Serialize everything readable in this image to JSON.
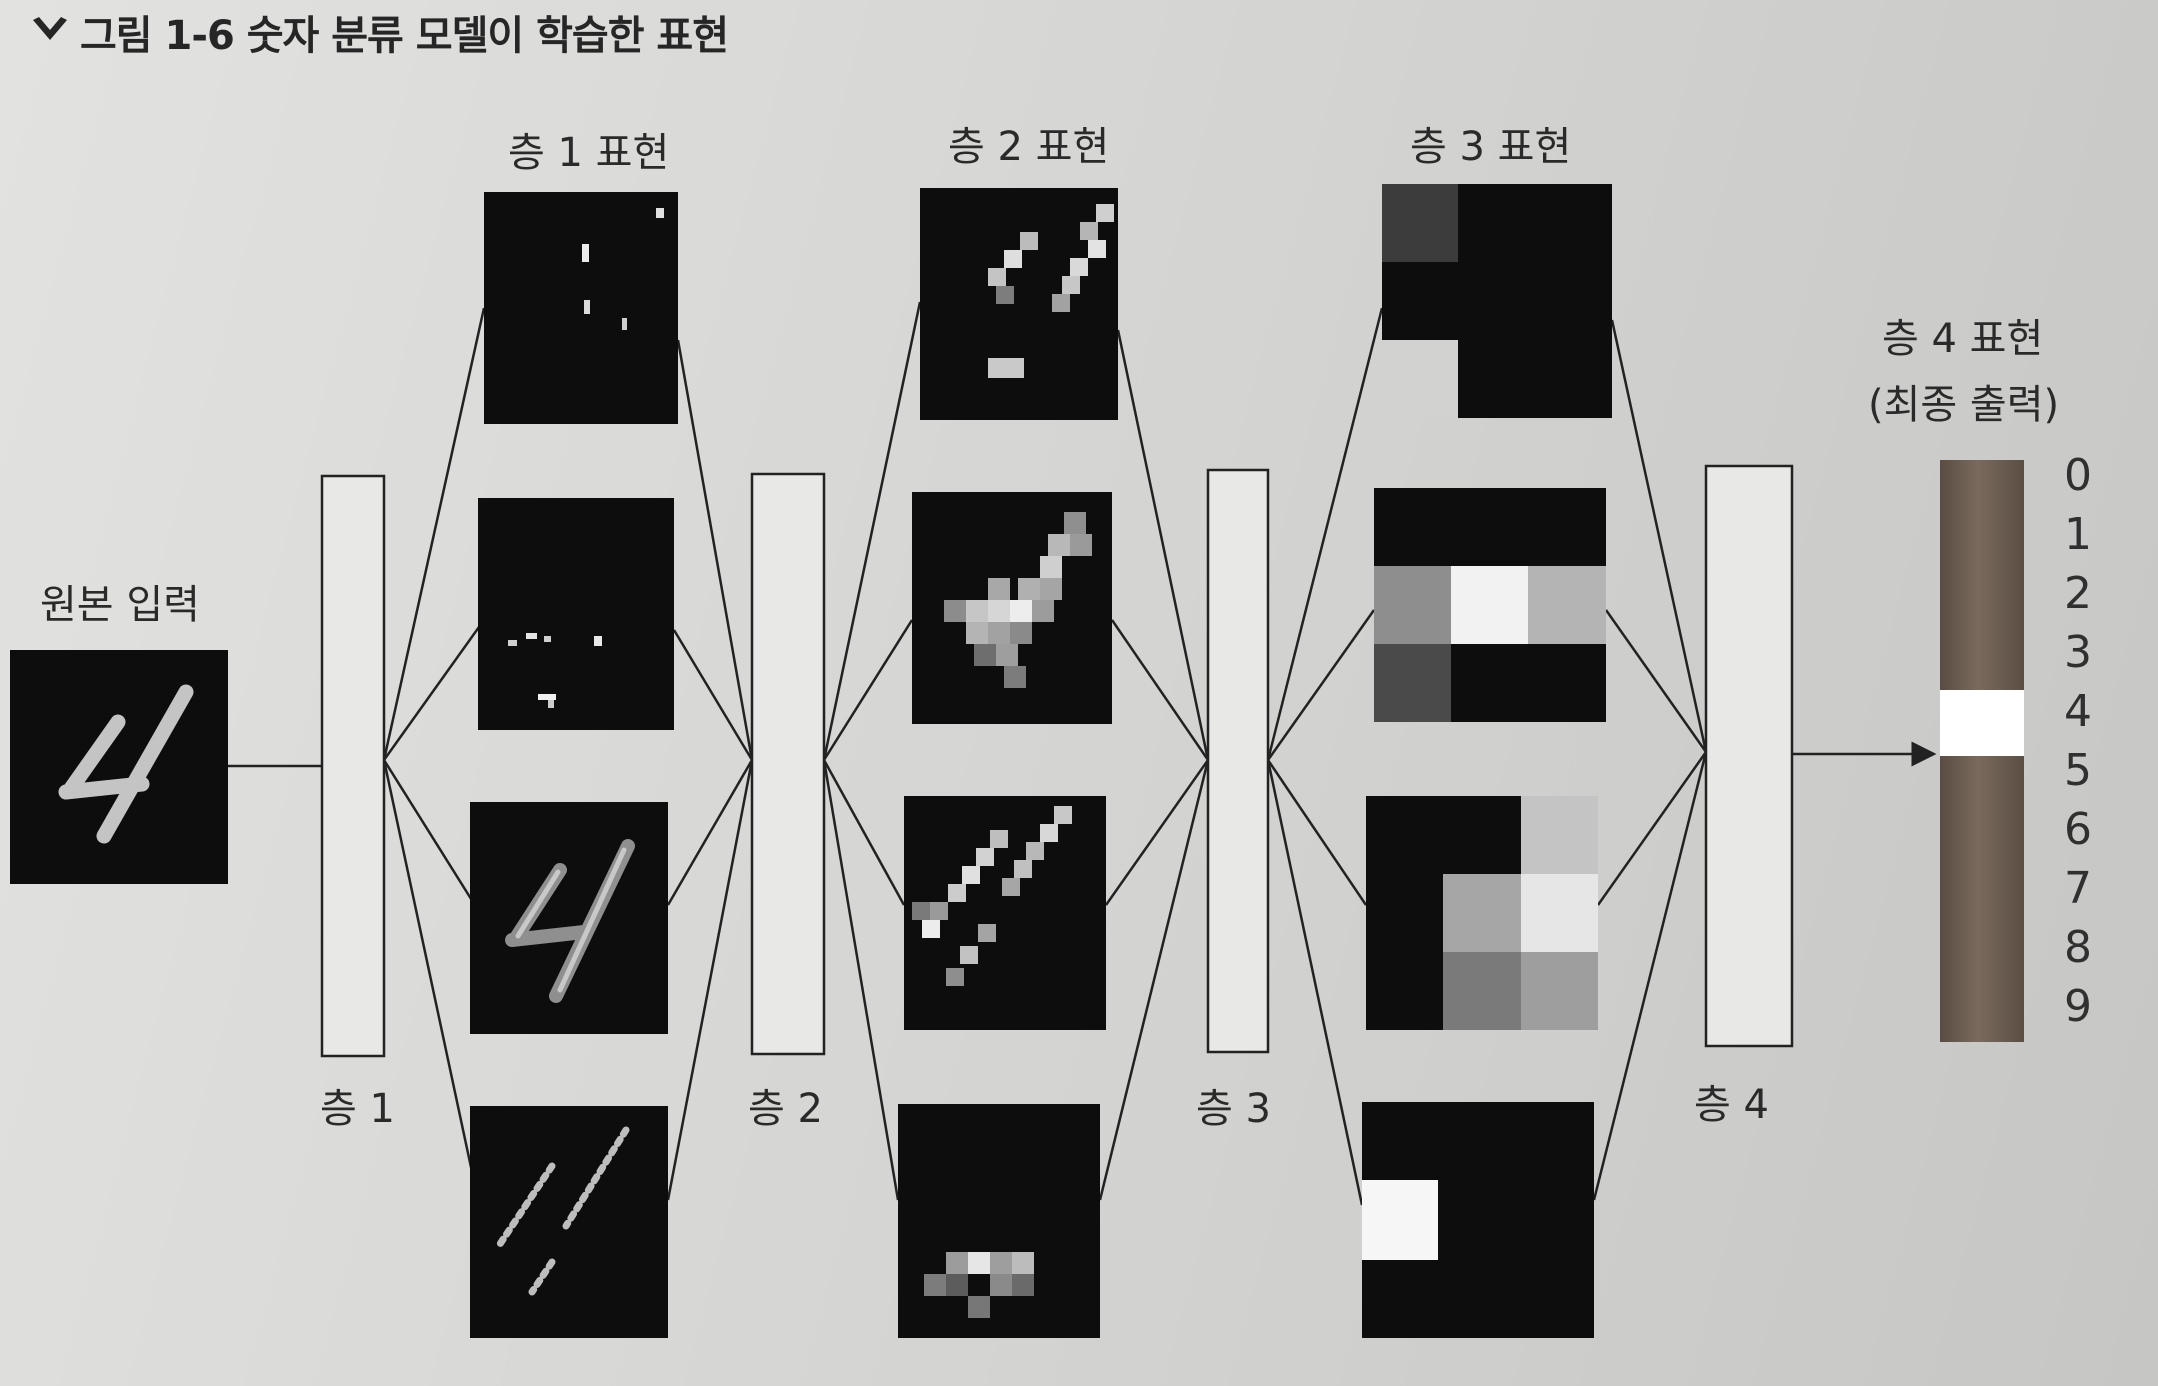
{
  "figure": {
    "title": "그림 1-6 숫자 분류 모델이 학습한 표현",
    "title_icon": "chevron-down-icon"
  },
  "input": {
    "label": "원본 입력"
  },
  "layers": [
    {
      "label": "층 1"
    },
    {
      "label": "층 2"
    },
    {
      "label": "층 3"
    },
    {
      "label": "층 4"
    }
  ],
  "representations": [
    {
      "label": "층 1 표현"
    },
    {
      "label": "층 2 표현"
    },
    {
      "label": "층 3 표현"
    },
    {
      "label": "층 4 표현",
      "sublabel": "(최종 출력)"
    }
  ],
  "output": {
    "classes": [
      "0",
      "1",
      "2",
      "3",
      "4",
      "5",
      "6",
      "7",
      "8",
      "9"
    ],
    "predicted_class": "4"
  },
  "colors": {
    "background": "#d9d9d7",
    "panel": "#0d0d0d",
    "layer_box": "#e8e8e6",
    "line": "#222222",
    "output_bar": "#6a5a4e",
    "output_highlight": "#ffffff"
  }
}
